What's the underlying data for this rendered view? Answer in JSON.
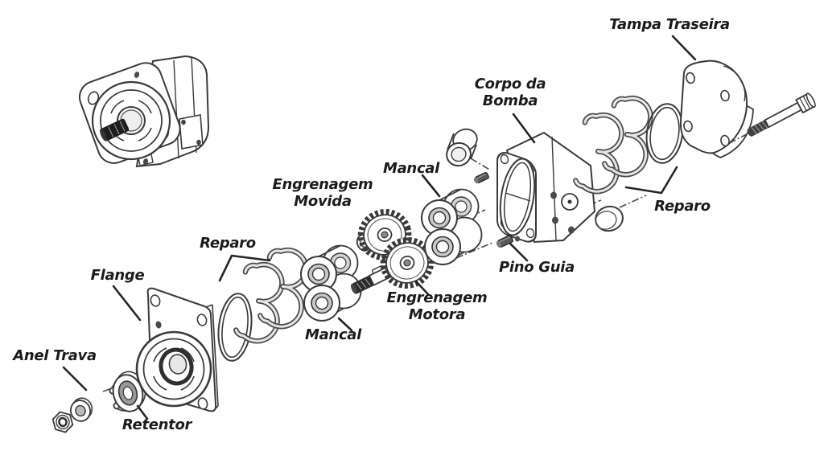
{
  "figure": {
    "background": "#ffffff",
    "line_color": "#3a3a3a",
    "label_color": "#1b1b1b"
  },
  "labels": {
    "tampa_traseira": "Tampa Traseira",
    "corpo_da_bomba": "Corpo da\nBomba",
    "mancal_rear": "Mancal",
    "engrenagem_movida": "Engrenagem\nMovida",
    "engrenagem_motora": "Engrenagem\nMotora",
    "mancal_front": "Mancal",
    "reparo_left": "Reparo",
    "reparo_right": "Reparo",
    "pino_guia": "Pino Guia",
    "flange": "Flange",
    "anel_trava": "Anel Trava",
    "retentor": "Retentor"
  }
}
